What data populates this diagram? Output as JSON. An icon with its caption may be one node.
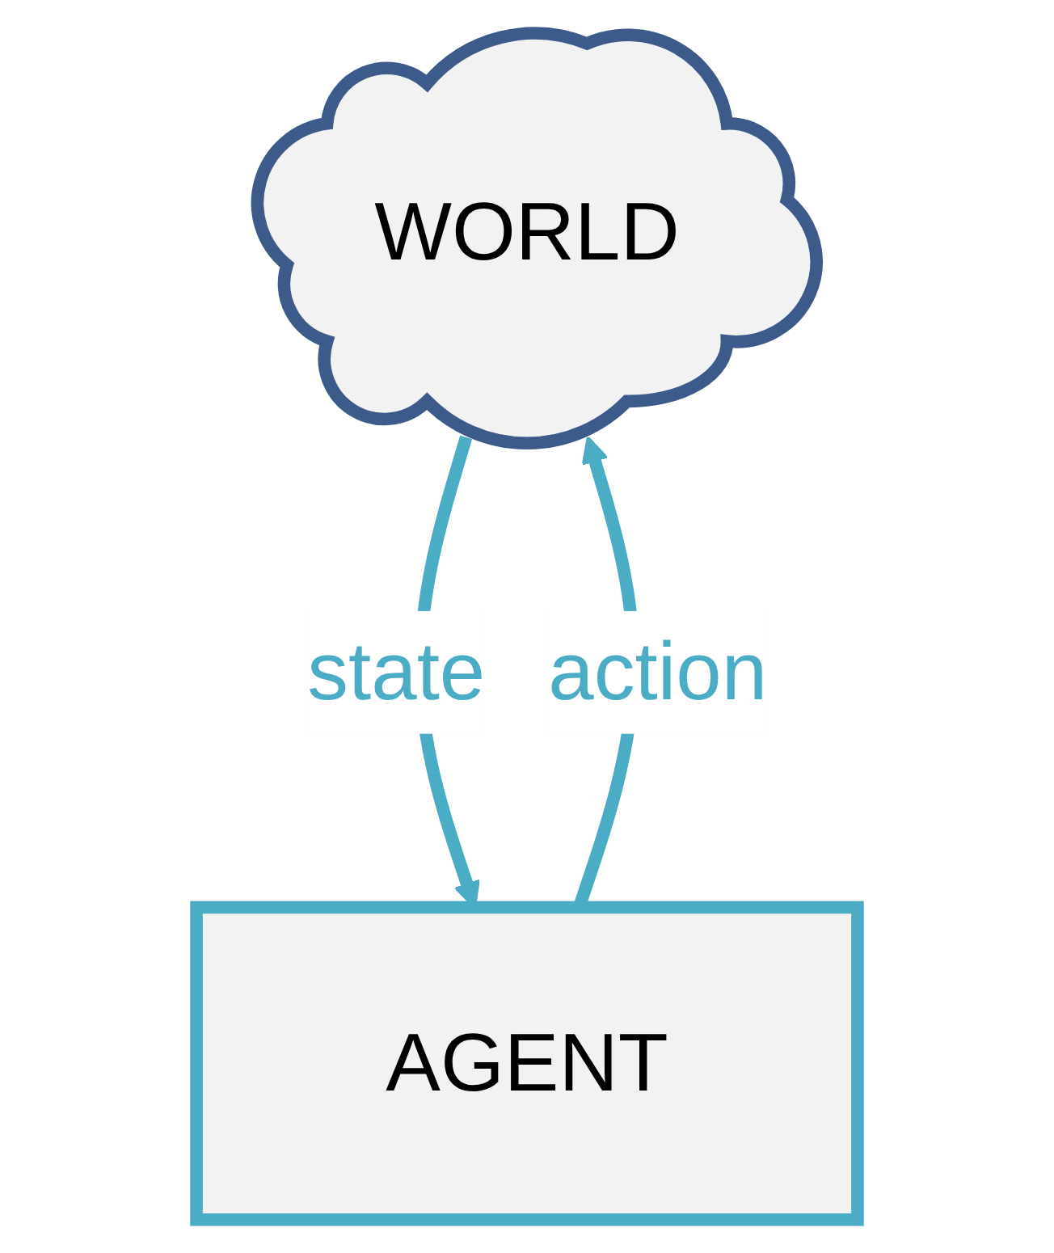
{
  "diagram": {
    "nodes": [
      {
        "text": [
          "WORLD"
        ]
      },
      {
        "text": [
          "AGENT"
        ]
      }
    ],
    "edges": [
      {
        "from": 0,
        "to": 1,
        "arrow": "to",
        "label": "state"
      },
      {
        "from": 1,
        "to": 0,
        "arrow": "to",
        "label": "action"
      }
    ]
  }
}
